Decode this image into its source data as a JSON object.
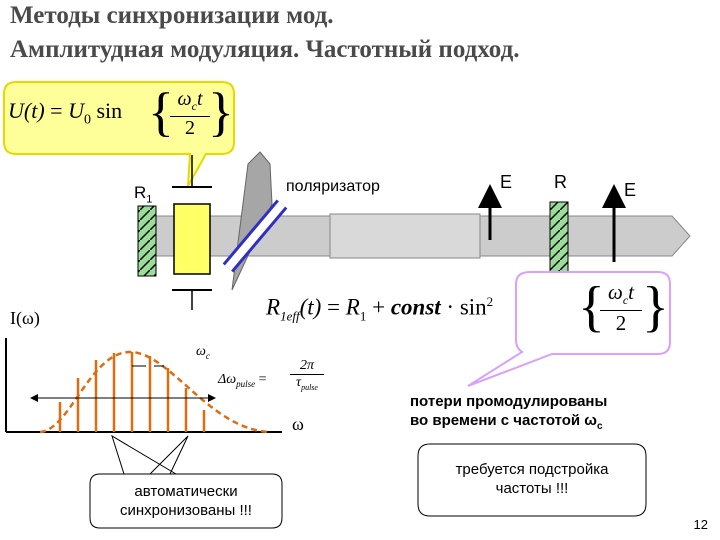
{
  "slide": {
    "title_line1": "Методы синхронизации мод.",
    "title_line2": "Амплитудная модуляция. Частотный подход.",
    "page_number": "12"
  },
  "formula_top": {
    "lhs": "U(t)",
    "equals": "=",
    "coef": "U",
    "coef_sub": "0",
    "func": "sin",
    "numerator": "ω",
    "numerator_sub": "c",
    "numerator_var": "t",
    "denominator": "2"
  },
  "cavity": {
    "r1_label": "R",
    "r1_sub": "1",
    "polarizer_label": "поляризатор",
    "e_label_1": "E",
    "r_label": "R",
    "e_label_2": "E"
  },
  "formula_main": {
    "lhs": "R",
    "lhs_sub": "1eff",
    "lhs_arg": "(t)",
    "equals": "=",
    "r1": "R",
    "r1_sub": "1",
    "plus": "+",
    "const": "const",
    "dot": "·",
    "func": "sin",
    "power": "2",
    "numerator": "ω",
    "numerator_sub": "c",
    "numerator_var": "t",
    "denominator": "2"
  },
  "spectrum": {
    "y_label": "I(ω)",
    "x_label": "ω",
    "omega_c_label": "ω",
    "omega_c_sub": "c",
    "delta_label": "Δω",
    "delta_sub": "pulse",
    "delta_eq": "=",
    "two_pi": "2π",
    "tau": "τ",
    "tau_sub": "pulse"
  },
  "callouts": {
    "losses_line1": "потери промодулированы",
    "losses_line2": "во времени с частотой ω",
    "losses_sub": "c",
    "auto_line1": "автоматически",
    "auto_line2": "синхронизованы !!!",
    "tuning_line1": "требуется подстройка",
    "tuning_line2": "частоты !!!"
  },
  "colors": {
    "yellow_callout": "#ffff99",
    "yellow_border": "#e6d800",
    "purple_border": "#d8a0ff",
    "purple_text": "#7030a0",
    "mirror_green": "#99dd99",
    "modulator_yellow": "#ffff66",
    "beam_gray": "#cccccc",
    "orange": "#e06c10",
    "polarizer_blue": "#3030c0"
  }
}
